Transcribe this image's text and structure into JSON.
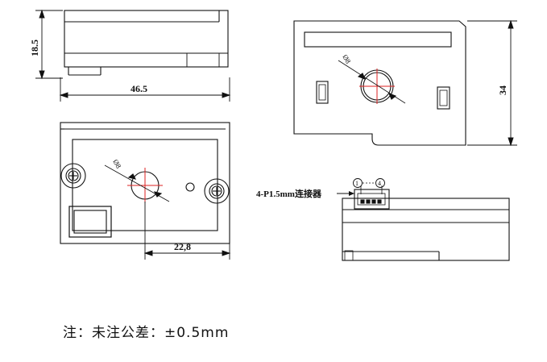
{
  "dimensions": {
    "width": "46.5",
    "height": "18.5",
    "side_height": "34",
    "hole_offset": "22,8",
    "hole_dia_front": "Ø8",
    "hole_dia_back": "Ø8"
  },
  "connector": {
    "label": "4-P1.5mm连接器",
    "pin_first": "1",
    "pin_last": "4"
  },
  "note": "注：未注公差：±0.5mm"
}
